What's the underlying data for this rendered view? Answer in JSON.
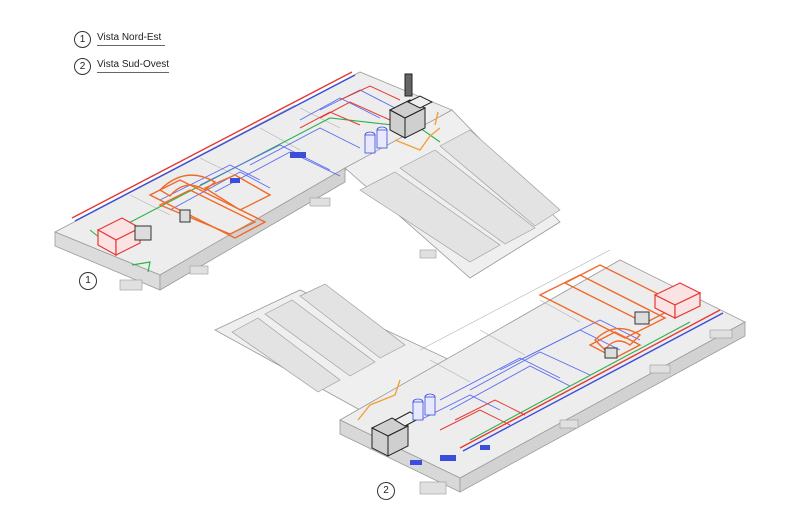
{
  "legend": {
    "items": [
      {
        "num": "1",
        "label": "Vista Nord-Est"
      },
      {
        "num": "2",
        "label": "Vista Sud-Ovest"
      }
    ]
  },
  "views": [
    {
      "num": "1"
    },
    {
      "num": "2"
    }
  ],
  "colors": {
    "walls": "#e9e9e9",
    "wall_stroke": "#9a9a9a",
    "supply_pipe": "#e53935",
    "return_pipe": "#3a4ddb",
    "green_pipe": "#2bb34a",
    "gas_pipe": "#f2a13a",
    "duct": "#f06a2a",
    "equipment": "#333333"
  }
}
